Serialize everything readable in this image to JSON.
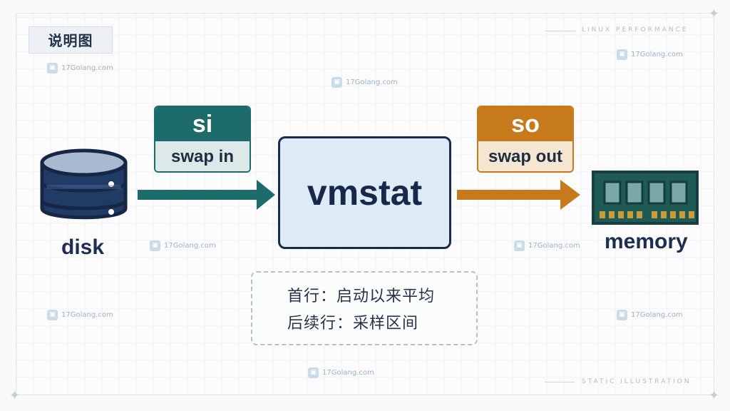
{
  "header": {
    "title": "说明图",
    "top_right_label": "LINUX PERFORMANCE",
    "bottom_right_label": "STATIC ILLUSTRATION"
  },
  "watermarks": [
    "17Golang.com",
    "17Golang.com",
    "17Golang.com",
    "17Golang.com",
    "17Golang.com",
    "17Golang.com",
    "17Golang.com",
    "17Golang.com"
  ],
  "diagram": {
    "left_node": "disk",
    "center_node": "vmstat",
    "right_node": "memory",
    "swap_in_abbr": "si",
    "swap_in_text": "swap in",
    "swap_out_abbr": "so",
    "swap_out_text": "swap out",
    "notes": [
      "首行：启动以来平均",
      "后续行：采样区间"
    ]
  },
  "colors": {
    "navy": "#172b4d",
    "teal": "#1e6b6b",
    "orange": "#c77a1c",
    "light_blue": "#deebf7",
    "memory_green": "#1f5a55",
    "gold": "#c89d39"
  },
  "icons": {
    "disk": "database-disk-icon",
    "memory": "memory-module-icon"
  }
}
